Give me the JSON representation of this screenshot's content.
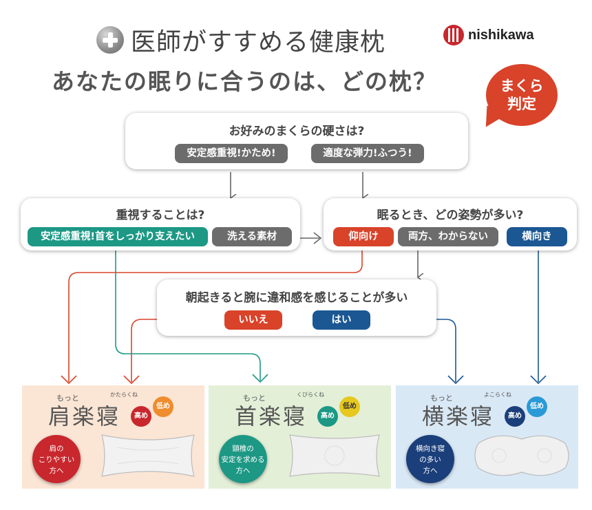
{
  "header": {
    "title": "医師がすすめる健康枕",
    "brand": "nishikawa"
  },
  "main_question": "あなたの眠りに合うのは、どの枕？",
  "badge": {
    "line1": "まくら",
    "line2": "判定"
  },
  "q1": {
    "title": "お好みのまくらの硬さは?",
    "options": [
      "安定感重視!かため!",
      "適度な弾力!ふつう!"
    ]
  },
  "q2": {
    "title": "重視することは?",
    "options": [
      "安定感重視!首をしっかり支えたい",
      "洗える素材"
    ]
  },
  "q3": {
    "title": "眠るとき、どの姿勢が多い?",
    "options": [
      "仰向け",
      "両方、わからない",
      "横向き"
    ]
  },
  "q4": {
    "title": "朝起きると腕に違和感を感じることが多い",
    "options": [
      "いいえ",
      "はい"
    ]
  },
  "products": [
    {
      "motto": "もっと",
      "name": "肩楽寝",
      "ruby": "かたらくね",
      "high": "高め",
      "low": "低め",
      "target": [
        "肩の",
        "こりやすい",
        "方へ"
      ]
    },
    {
      "motto": "もっと",
      "name": "首楽寝",
      "ruby": "くびらくね",
      "high": "高め",
      "low": "低め",
      "target": [
        "頸椎の",
        "安定を求める",
        "方へ"
      ]
    },
    {
      "motto": "もっと",
      "name": "横楽寝",
      "ruby": "よこらくね",
      "high": "高め",
      "low": "低め",
      "target": [
        "横向き寝",
        "の多い",
        "方へ"
      ]
    }
  ],
  "colors": {
    "gray": "#6c6c6c",
    "teal": "#1c9885",
    "red": "#d8432a",
    "navy": "#1b5793",
    "peach": "#fbe5d5",
    "mint": "#e3efd7",
    "sky": "#d9e8f5"
  }
}
